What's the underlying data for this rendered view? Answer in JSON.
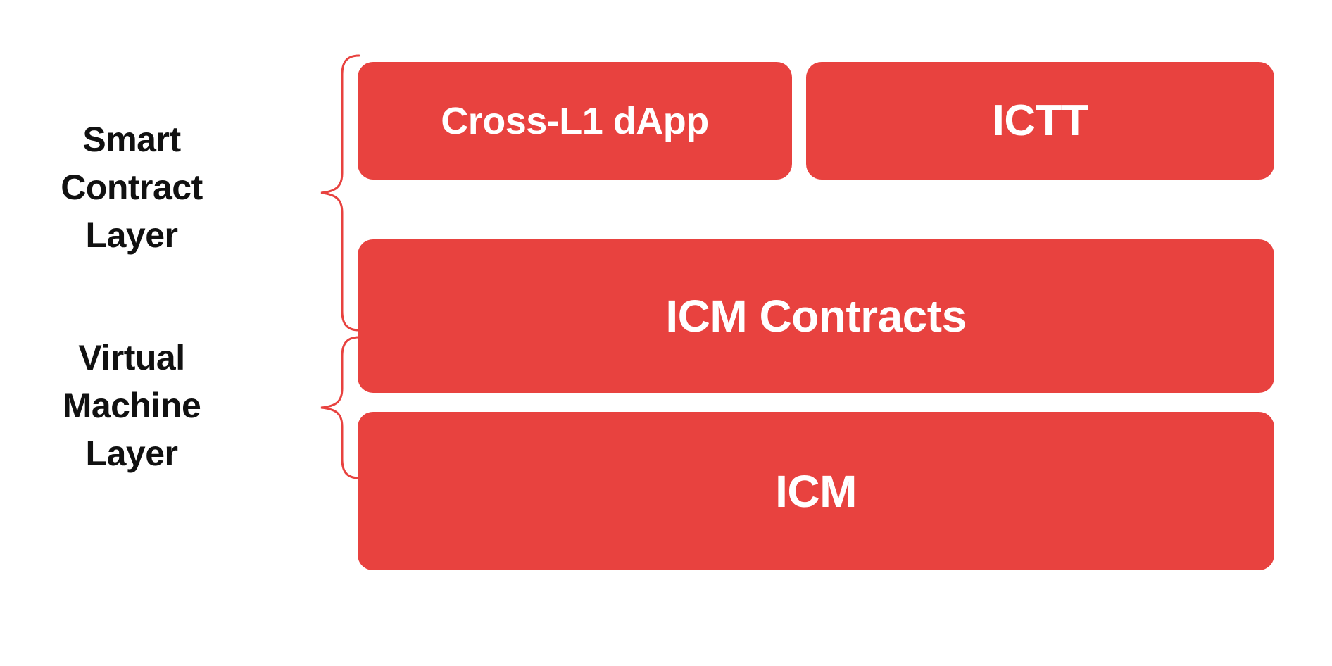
{
  "diagram": {
    "title": "Smart Contract Layer and Virtual Machine Layer stack",
    "background_color": "#FFFFFF",
    "accent_color": "#E8423F",
    "box_text_color": "#FFFFFF",
    "label_text_color": "#111111",
    "groups": [
      {
        "id": "smart-contract-layer",
        "label": "Smart\nContract\nLayer",
        "brace_color": "#E8423F"
      },
      {
        "id": "virtual-machine-layer",
        "label": "Virtual\nMachine\nLayer",
        "brace_color": "#E8423F"
      }
    ],
    "boxes": [
      {
        "id": "cross-l1-dapp",
        "label": "Cross-L1 dApp",
        "group": "smart-contract-layer",
        "row": 1
      },
      {
        "id": "ictt",
        "label": "ICTT",
        "group": "smart-contract-layer",
        "row": 1
      },
      {
        "id": "icm-contracts",
        "label": "ICM Contracts",
        "group": "smart-contract-layer",
        "row": 2
      },
      {
        "id": "icm",
        "label": "ICM",
        "group": "virtual-machine-layer",
        "row": 3
      }
    ]
  }
}
